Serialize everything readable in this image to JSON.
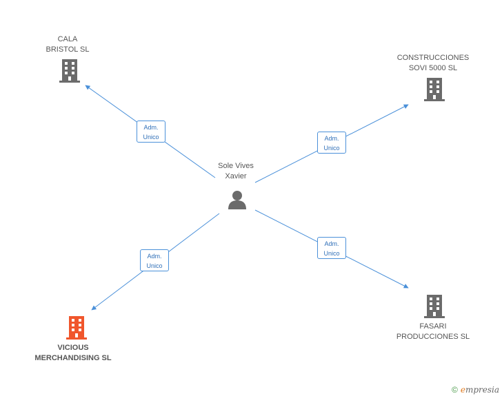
{
  "center": {
    "name_line1": "Sole Vives",
    "name_line2": "Xavier"
  },
  "nodes": [
    {
      "id": "cala",
      "line1": "CALA",
      "line2": "BRISTOL SL",
      "highlight": false
    },
    {
      "id": "construcciones",
      "line1": "CONSTRUCCIONES",
      "line2": "SOVI 5000 SL",
      "highlight": false
    },
    {
      "id": "vicious",
      "line1": "VICIOUS",
      "line2": "MERCHANDISING SL",
      "highlight": true
    },
    {
      "id": "fasari",
      "line1": "FASARI",
      "line2": "PRODUCCIONES SL",
      "highlight": false
    }
  ],
  "relations": [
    {
      "line1": "Adm.",
      "line2": "Unico"
    },
    {
      "line1": "Adm.",
      "line2": "Unico"
    },
    {
      "line1": "Adm.",
      "line2": "Unico"
    },
    {
      "line1": "Adm.",
      "line2": "Unico"
    }
  ],
  "colors": {
    "edge": "#4a90d9",
    "building": "#6b6b6b",
    "highlight": "#f0562c"
  },
  "footer": {
    "copyright": "©",
    "brand_initial": "e",
    "brand_rest": "mpresia"
  }
}
